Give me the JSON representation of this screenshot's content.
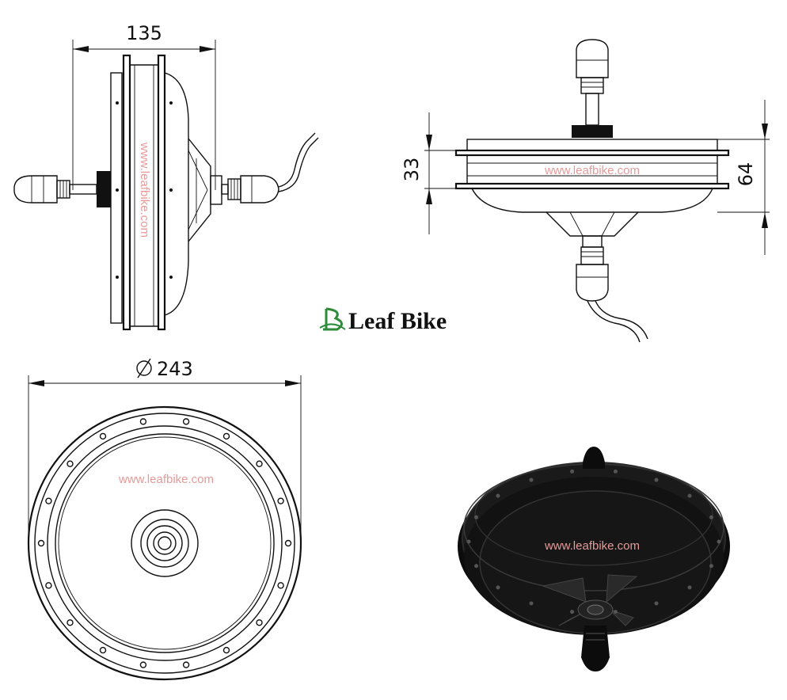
{
  "dimensions": {
    "width_label": "135",
    "height_small": "33",
    "height_large": "64",
    "diameter": "243"
  },
  "watermark": "www.leafbike.com",
  "brand": {
    "name": "Leaf Bike",
    "accent": "#2e8b3a"
  },
  "colors": {
    "line": "#111111",
    "watermark": "#e79a9a",
    "motor_body": "#0c0c0c"
  }
}
